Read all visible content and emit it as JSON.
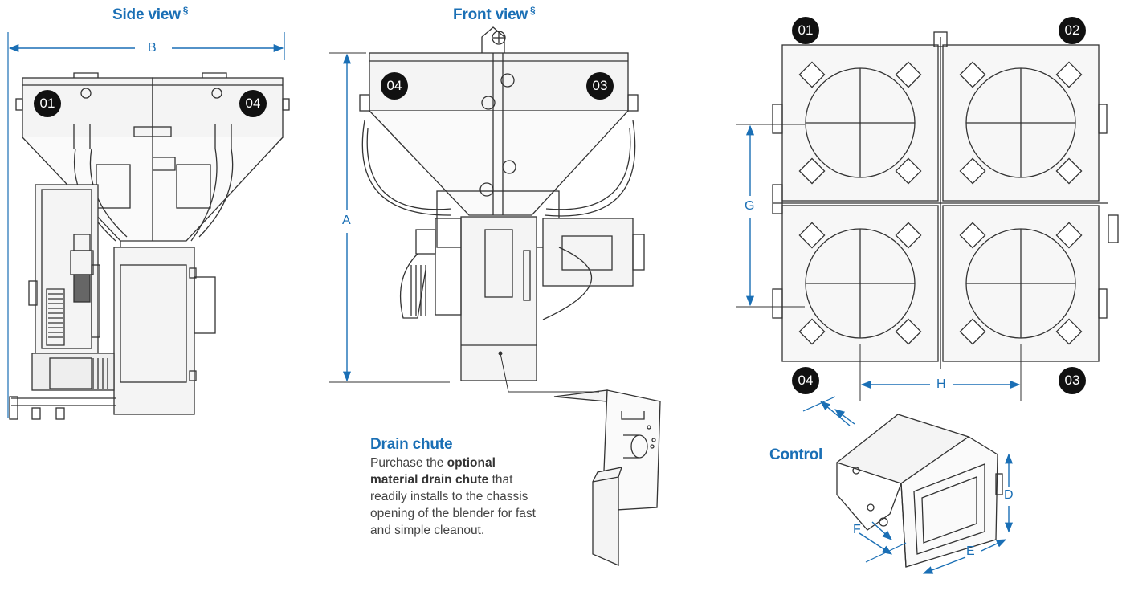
{
  "headings": {
    "side_view": "Side view",
    "front_view": "Front view",
    "section_mark": "§",
    "drain_chute": "Drain chute",
    "control": "Control"
  },
  "dimensions": {
    "a": "A",
    "b": "B",
    "d": "D",
    "e": "E",
    "f": "F",
    "g": "G",
    "h": "H"
  },
  "badges": {
    "side_left": "01",
    "side_right": "04",
    "front_left": "04",
    "front_right": "03",
    "top_tl": "01",
    "top_tr": "02",
    "top_bl": "04",
    "top_br": "03"
  },
  "drain_chute_text": {
    "p1": "Purchase the ",
    "b1": "optional material drain chute",
    "p2": " that readily installs to the chassis opening of the blender for fast and simple cleanout."
  },
  "colors": {
    "accent": "#1a6fb5",
    "badge": "#111111",
    "line": "#333333"
  }
}
